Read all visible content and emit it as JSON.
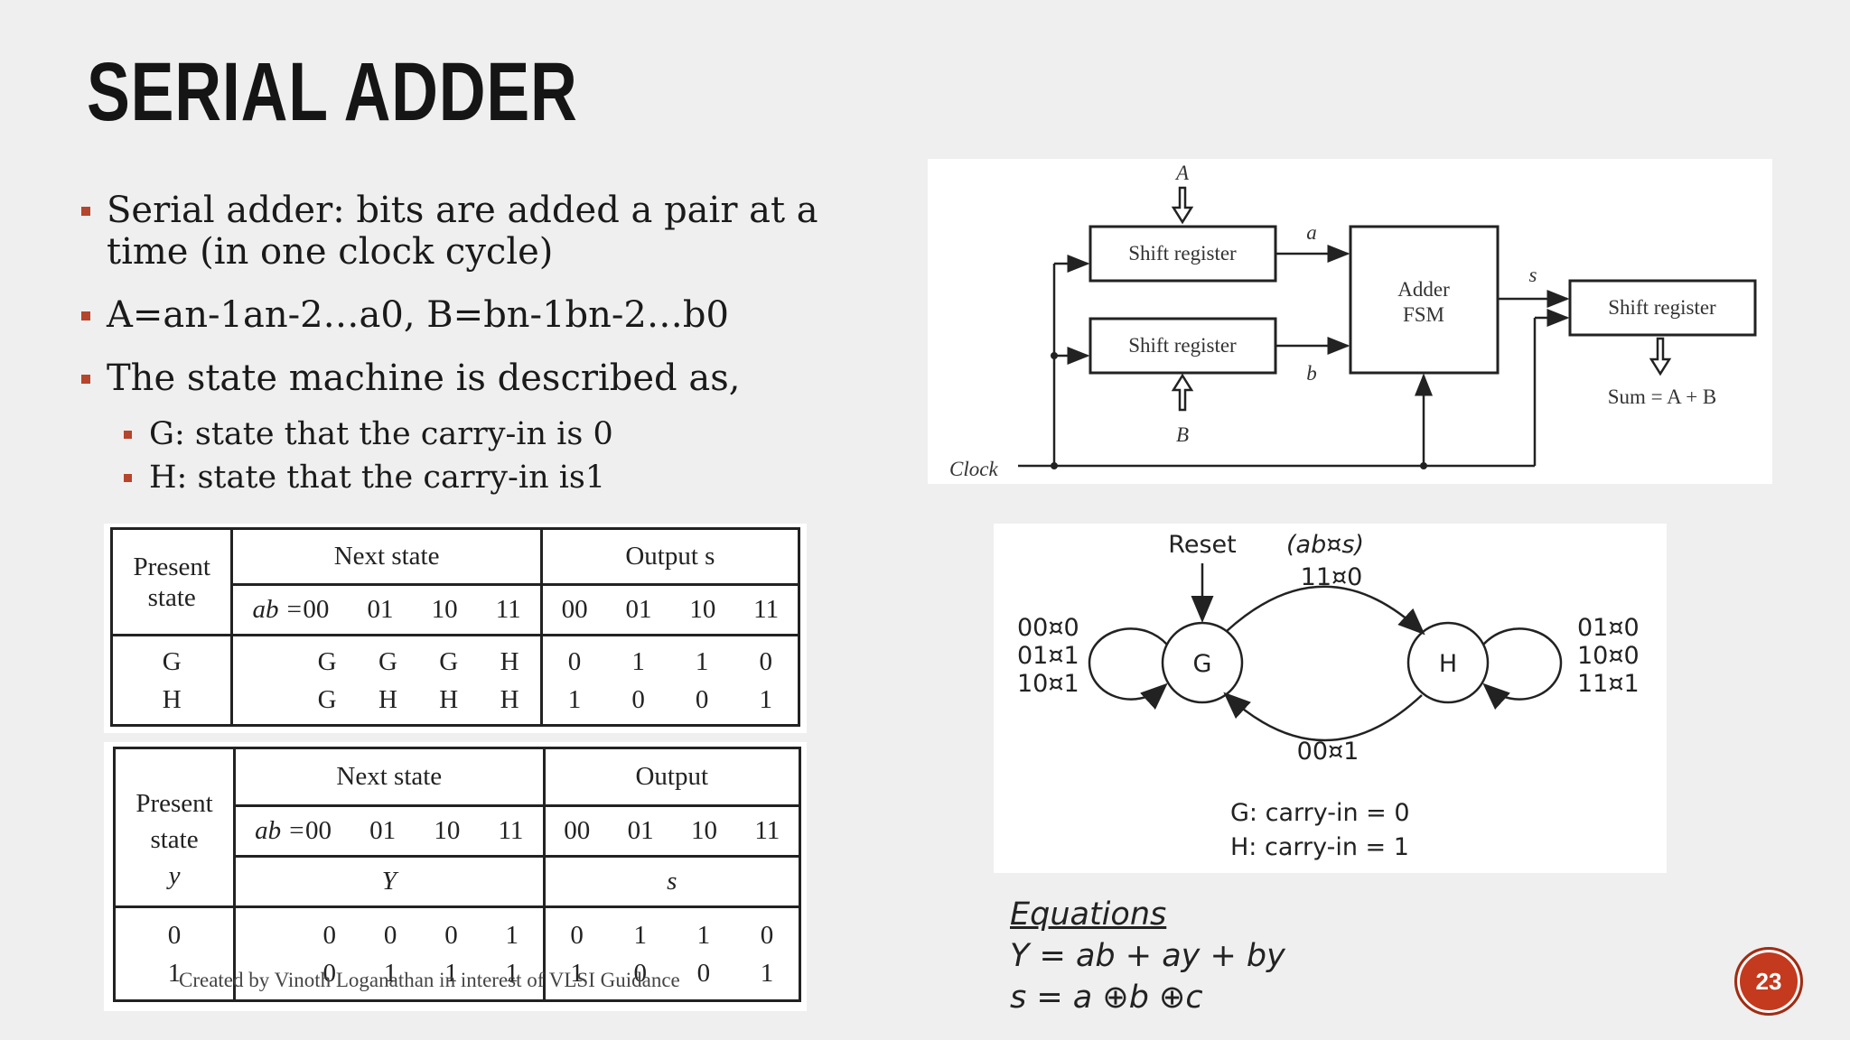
{
  "slide": {
    "title": "SERIAL ADDER",
    "page_number": "23",
    "credit": "Created by Vinoth Loganathan in interest of VLSI Guidance"
  },
  "bullets": [
    {
      "text": "Serial adder: bits are added a pair at a time (in one clock cycle)"
    },
    {
      "text": "A=an-1an-2…a0, B=bn-1bn-2…b0"
    },
    {
      "text": "The state machine is described as,"
    }
  ],
  "sub_bullets": [
    {
      "text": "G: state that the carry-in is 0"
    },
    {
      "text": "H: state that the carry-in is1"
    }
  ],
  "block_diagram": {
    "input_a": "A",
    "input_b": "B",
    "shift_reg_a": "Shift register",
    "shift_reg_b": "Shift register",
    "adder_line1": "Adder",
    "adder_line2": "FSM",
    "wire_a": "a",
    "wire_b": "b",
    "wire_s": "s",
    "shift_reg_out": "Shift register",
    "sum": "Sum  =  A + B",
    "clock": "Clock"
  },
  "state_diagram": {
    "reset": "Reset",
    "label_top_1": "(ab¤s)",
    "label_top_2": "11¤0",
    "state_g": "G",
    "state_h": "H",
    "loop_g": [
      "00¤0",
      "01¤1",
      "10¤1"
    ],
    "loop_h": [
      "01¤0",
      "10¤0",
      "11¤1"
    ],
    "label_bottom": "00¤1",
    "legend_g": "G:   carry-in = 0",
    "legend_h": "H:   carry-in = 1"
  },
  "table1": {
    "present_state": [
      "Present",
      "state"
    ],
    "next_state_header": "Next state",
    "output_header": "Output s",
    "ab_prefix": "ab =",
    "cols_ns": [
      "00",
      "01",
      "10",
      "11"
    ],
    "cols_out": [
      "00",
      "01",
      "10",
      "11"
    ],
    "rows": [
      {
        "state": "G",
        "next": [
          "G",
          "G",
          "G",
          "H"
        ],
        "out": [
          "0",
          "1",
          "1",
          "0"
        ]
      },
      {
        "state": "H",
        "next": [
          "G",
          "H",
          "H",
          "H"
        ],
        "out": [
          "1",
          "0",
          "0",
          "1"
        ]
      }
    ]
  },
  "table2": {
    "present_state": [
      "Present",
      "state"
    ],
    "y_label": "y",
    "next_state_header": "Next state",
    "output_header": "Output",
    "ab_prefix": "ab =",
    "cols_ns": [
      "00",
      "01",
      "10",
      "11"
    ],
    "cols_out": [
      "00",
      "01",
      "10",
      "11"
    ],
    "Y_label": "Y",
    "s_label": "s",
    "rows": [
      {
        "state": "0",
        "next": [
          "0",
          "0",
          "0",
          "1"
        ],
        "out": [
          "0",
          "1",
          "1",
          "0"
        ]
      },
      {
        "state": "1",
        "next": [
          "0",
          "1",
          "1",
          "1"
        ],
        "out": [
          "1",
          "0",
          "0",
          "1"
        ]
      }
    ]
  },
  "equations": {
    "heading": "Equations",
    "eq1": "Y = ab + ay + by",
    "eq2": "s = a ⊕b ⊕c"
  },
  "colors": {
    "accent": "#b5452c",
    "badge": "#c43a1e"
  }
}
